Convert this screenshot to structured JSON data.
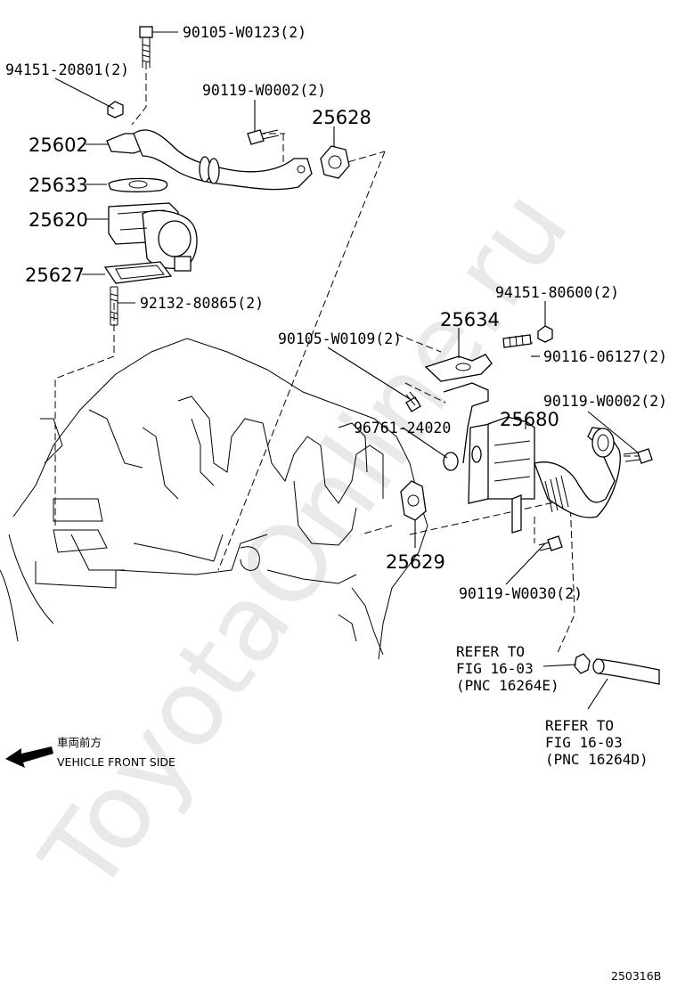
{
  "watermark": "ToyotaOnline.ru",
  "diagram_id": "250316B",
  "direction": {
    "label_jp": "車両前方",
    "label_en": "VEHICLE FRONT SIDE",
    "arrow_icon": "arrow-left-icon"
  },
  "callouts": {
    "bolt_90105_w0123": "90105-W0123(2)",
    "nut_94151_20801": "94151-20801(2)",
    "bolt_90119_w0002_top": "90119-W0002(2)",
    "gasket_25628": "25628",
    "pipe_25602": "25602",
    "gasket_25633": "25633",
    "valve_25620": "25620",
    "gasket_25627": "25627",
    "stud_92132_80865": "92132-80865(2)",
    "nut_94151_80600": "94151-80600(2)",
    "gasket_25634": "25634",
    "bolt_90105_w0109": "90105-W0109(2)",
    "stud_90116_06127": "90116-06127(2)",
    "bolt_90119_w0002_right": "90119-W0002(2)",
    "cooler_25680": "25680",
    "oring_96761_24020": "96761-24020",
    "gasket_25629": "25629",
    "bolt_90119_w0030": "90119-W0030(2)"
  },
  "references": {
    "ref1": {
      "line1": "REFER TO",
      "line2": "FIG 16-03",
      "line3": "(PNC 16264E)"
    },
    "ref2": {
      "line1": "REFER TO",
      "line2": "FIG 16-03",
      "line3": "(PNC 16264D)"
    }
  }
}
